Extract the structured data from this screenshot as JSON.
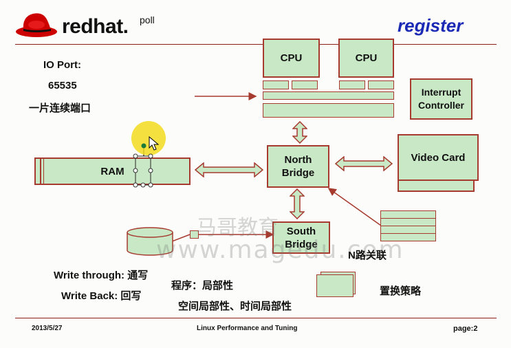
{
  "header": {
    "brand": "redhat.",
    "brand_suffix": "poll",
    "slide_title": "register"
  },
  "io_port": {
    "label": "IO Port:",
    "value": "65535",
    "note": "一片连续端口"
  },
  "diagram": {
    "cpu1": "CPU",
    "cpu2": "CPU",
    "interrupt_controller": [
      "Interrupt",
      "Controller"
    ],
    "ram": "RAM",
    "north_bridge": [
      "North",
      "Bridge"
    ],
    "video_card": "Video Card",
    "south_bridge": [
      "South",
      "Bridge"
    ],
    "n_way": "N路关联"
  },
  "notes": {
    "write_through": "Write through: 通写",
    "write_back": "Write Back: 回写",
    "locality": "程序：局部性",
    "locality_detail": "空间局部性、时间局部性",
    "replacement": "置换策略"
  },
  "watermark": {
    "text": "www.magedu.com",
    "text_cn": "马哥教育"
  },
  "footer": {
    "date": "2013/5/27",
    "course": "Linux Performance and Tuning",
    "page": "page:2"
  },
  "colors": {
    "box_fill": "#c9e8c6",
    "box_border": "#a63a2e",
    "title_blue": "#1b2ab5",
    "cursor_highlight": "#f2dc1e"
  }
}
